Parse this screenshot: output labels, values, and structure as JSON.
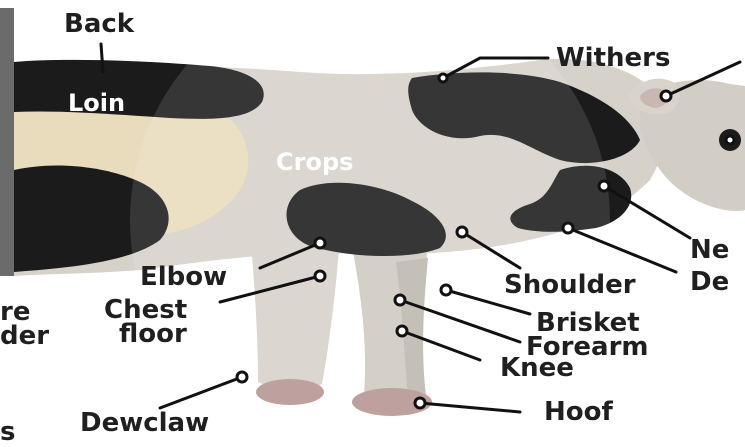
{
  "colors": {
    "body_gray": "#d6d2ca",
    "body_shadow": "#c2bdb3",
    "black_patch": "#1b1b1b",
    "tan_patch": "#e9dcbc",
    "hoof": "#b59592",
    "leader_line": "#111111",
    "dot_fill": "#ffffff",
    "label_text": "#1f1f1f",
    "label_on_body": "#ffffff",
    "left_edge_bar": "#6b6b6b"
  },
  "labels": {
    "back": "Back",
    "loin": "Loin",
    "withers": "Withers",
    "crops": "Crops",
    "ne": "Ne",
    "de": "De",
    "elbow": "Elbow",
    "chest": "Chest",
    "floor": "floor",
    "shoulder": "Shoulder",
    "brisket": "Brisket",
    "forearm": "Forearm",
    "knee": "Knee",
    "dewclaw": "Dewclaw",
    "hoof": "Hoof",
    "re": "re",
    "der": "der",
    "s": "s"
  }
}
